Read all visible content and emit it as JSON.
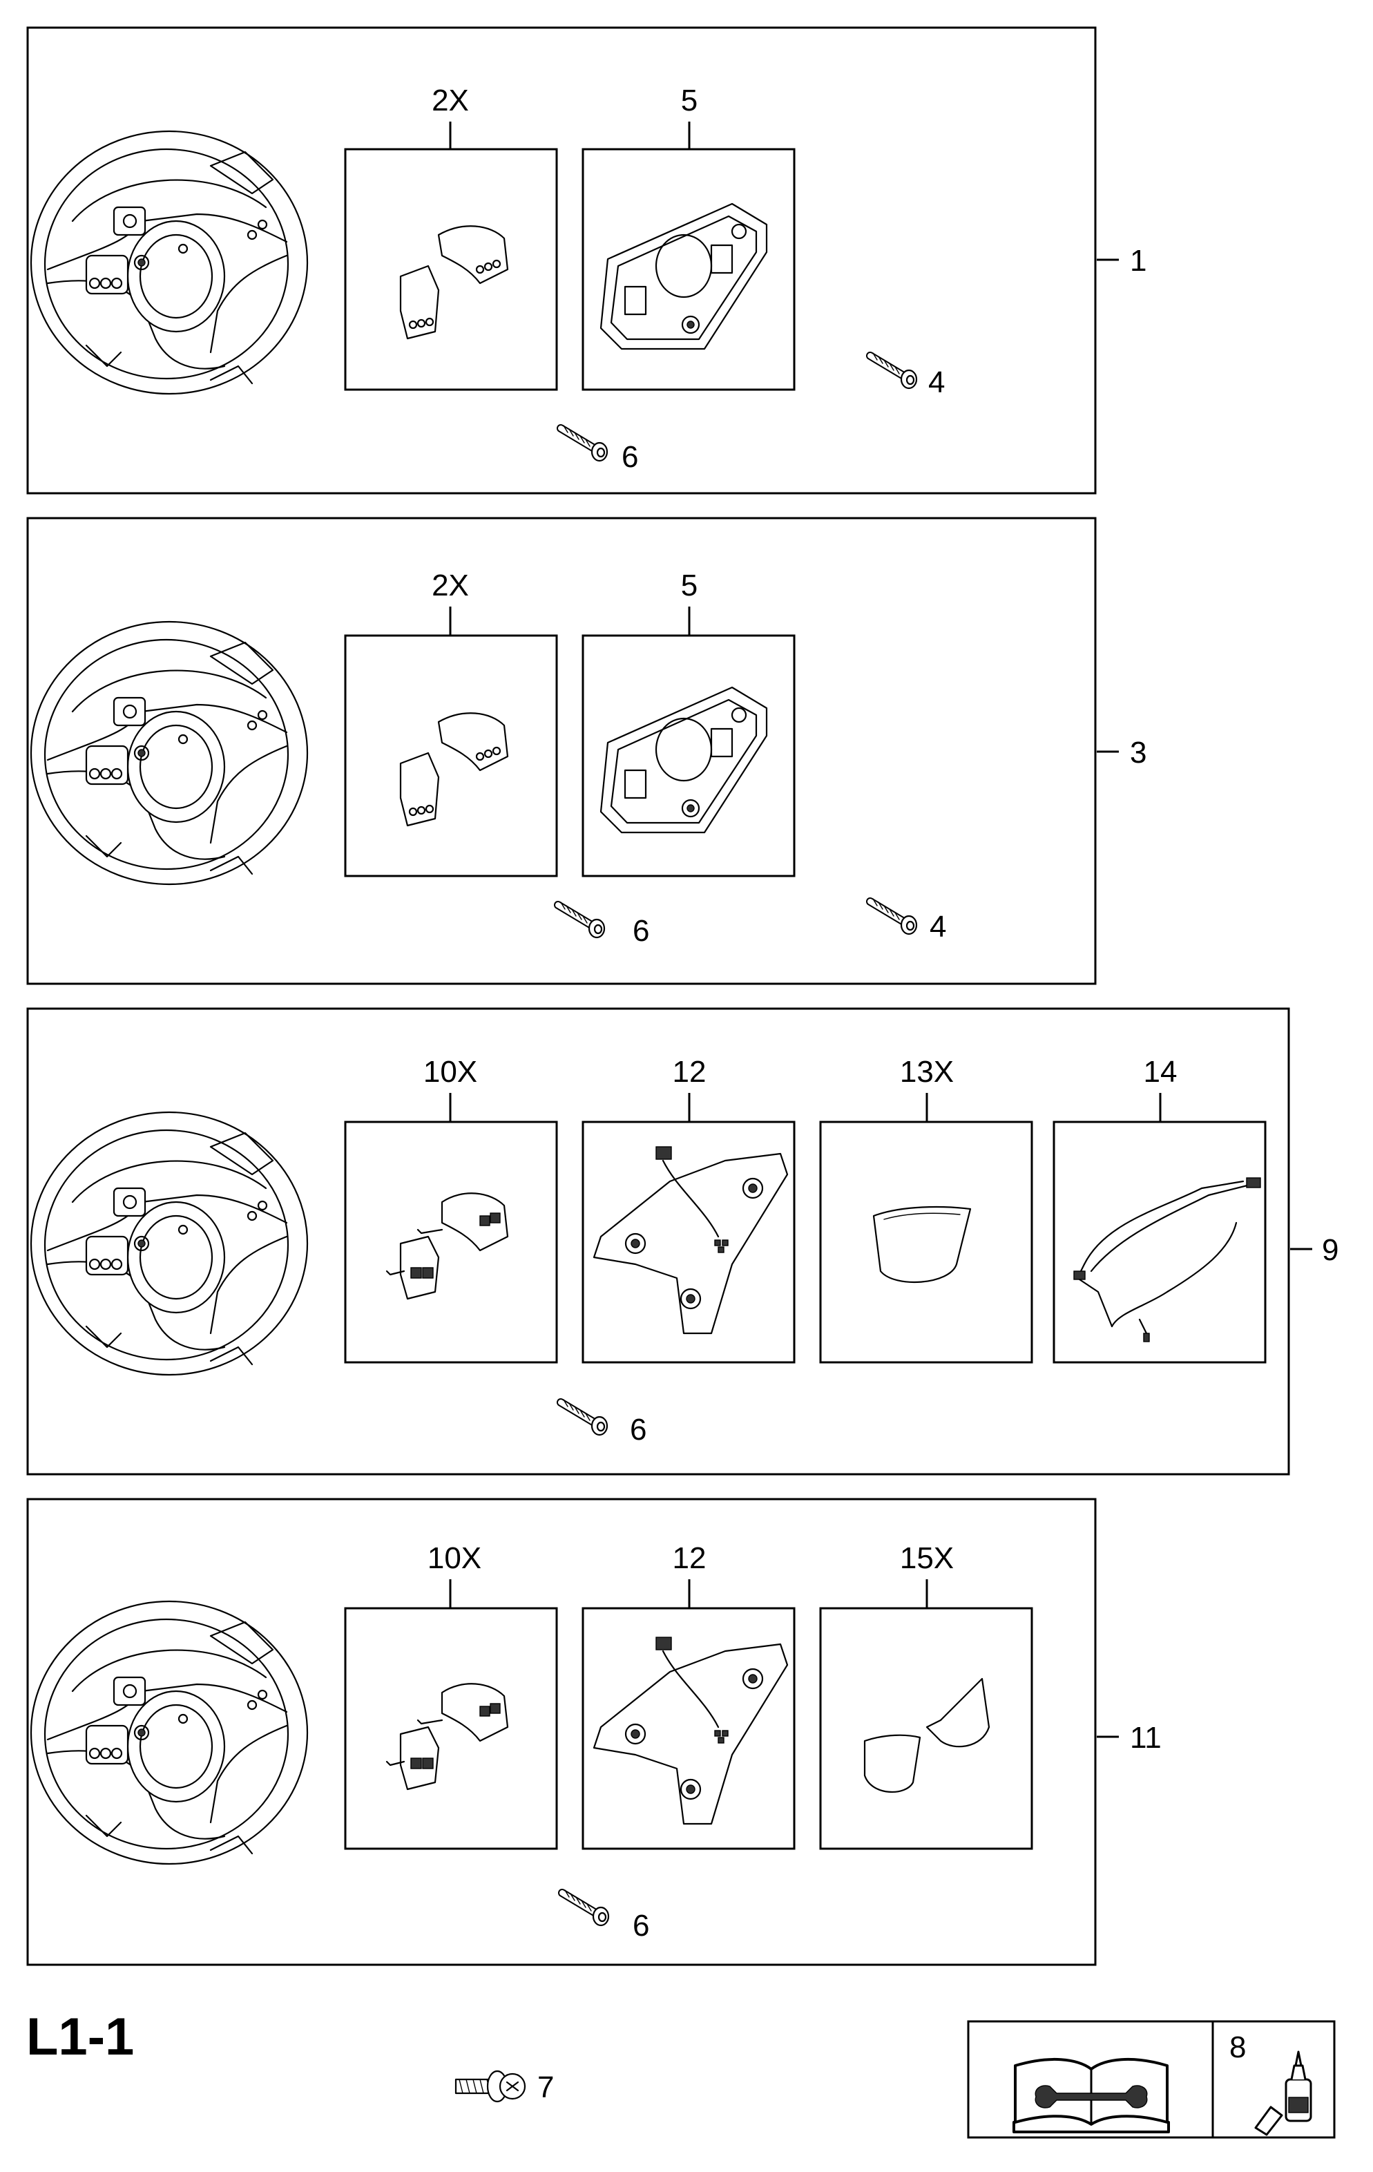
{
  "page": {
    "title": "L1-1"
  },
  "panels": [
    {
      "assembly_label": "1",
      "parts": [
        {
          "label": "2X",
          "name": "switch covers"
        },
        {
          "label": "5",
          "name": "mounting plate"
        }
      ],
      "fasteners": [
        "4",
        "6"
      ]
    },
    {
      "assembly_label": "3",
      "parts": [
        {
          "label": "2X",
          "name": "switch covers"
        },
        {
          "label": "5",
          "name": "mounting plate"
        }
      ],
      "fasteners": [
        "6",
        "4"
      ]
    },
    {
      "assembly_label": "9",
      "parts": [
        {
          "label": "10X",
          "name": "control switches"
        },
        {
          "label": "12",
          "name": "switch bracket"
        },
        {
          "label": "13X",
          "name": "trim cover"
        },
        {
          "label": "14",
          "name": "wiring harness"
        }
      ],
      "fasteners": [
        "6"
      ]
    },
    {
      "assembly_label": "11",
      "parts": [
        {
          "label": "10X",
          "name": "control switches"
        },
        {
          "label": "12",
          "name": "switch bracket"
        },
        {
          "label": "15X",
          "name": "trim covers"
        }
      ],
      "fasteners": [
        "6"
      ]
    }
  ],
  "loose_parts": {
    "screw": "7",
    "adhesive": "8"
  },
  "icons": [
    "manual-wrench-icon",
    "adhesive-bottle-icon",
    "screw-icon",
    "steering-wheel-icon"
  ]
}
